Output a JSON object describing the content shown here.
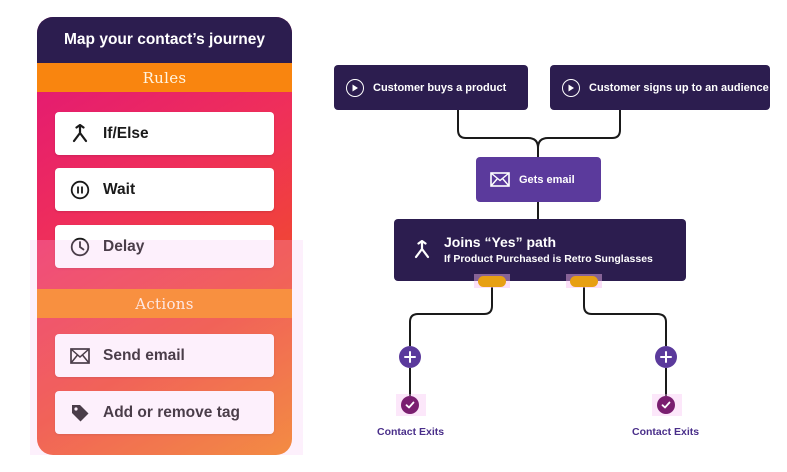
{
  "panel": {
    "title": "Map your contact’s journey",
    "rules_heading": "Rules",
    "rules": [
      {
        "label": "If/Else",
        "icon": "split-arrows-icon"
      },
      {
        "label": "Wait",
        "icon": "pause-icon"
      },
      {
        "label": "Delay",
        "icon": "clock-icon"
      }
    ],
    "actions_heading": "Actions",
    "actions": [
      {
        "label": "Send email",
        "icon": "envelope-icon"
      },
      {
        "label": "Add or remove tag",
        "icon": "tag-icon"
      }
    ]
  },
  "flow": {
    "triggers": [
      {
        "label": "Customer buys a product",
        "icon": "play-icon"
      },
      {
        "label": "Customer signs up to an audience",
        "icon": "play-icon"
      }
    ],
    "email_step": {
      "label": "Gets email",
      "icon": "envelope-icon"
    },
    "branch_step": {
      "title": "Joins “Yes” path",
      "subtitle": "If Product Purchased is Retro Sunglasses",
      "icon": "split-arrows-icon"
    },
    "exits": [
      {
        "label": "Contact Exits"
      },
      {
        "label": "Contact Exits"
      }
    ]
  },
  "colors": {
    "dark_navy": "#2c1d4f",
    "violet": "#5b3a9c",
    "orange_band": "#f9850f",
    "pill_yellow": "#e7a013",
    "check_plum": "#7a1f70",
    "exit_text": "#4a2f8a"
  }
}
